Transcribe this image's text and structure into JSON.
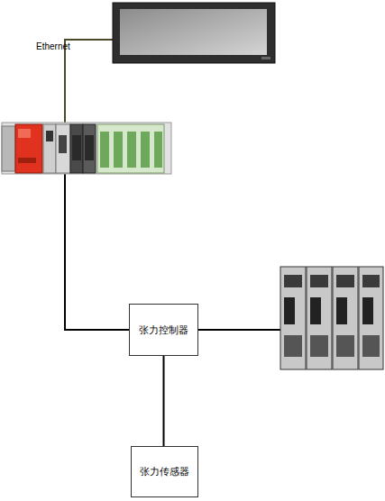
{
  "diagram": {
    "nodes": [
      {
        "text": [
          "张力控制器"
        ]
      },
      {
        "text": [
          "张力传感器"
        ]
      }
    ],
    "edges": [
      {
        "from": 0,
        "to": 1,
        "arrow": "none"
      }
    ],
    "labels": [
      "Ethernet"
    ]
  }
}
